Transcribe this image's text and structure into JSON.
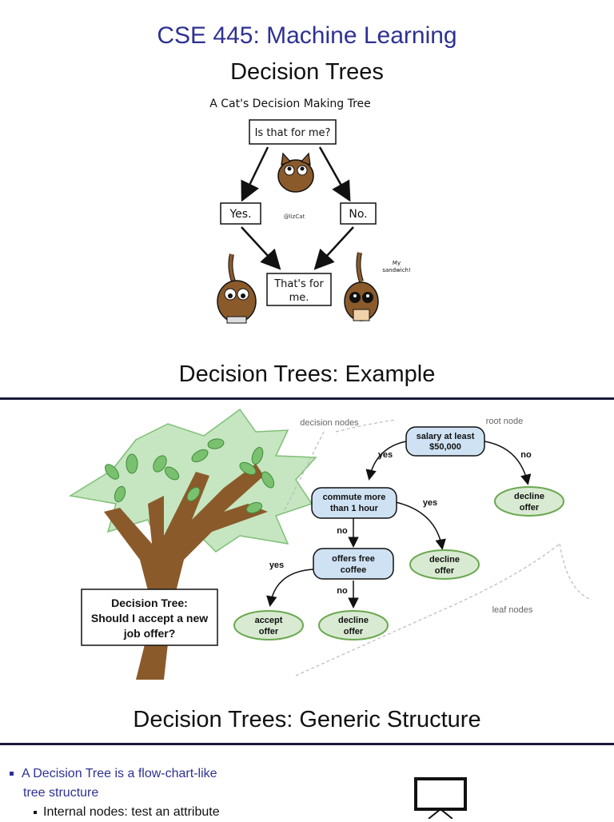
{
  "slide1": {
    "course_title": "CSE 445: Machine Learning",
    "title": "Decision Trees",
    "cat_tree": {
      "heading": "A Cat's Decision Making Tree",
      "root": "Is that for me?",
      "yes": "Yes.",
      "no": "No.",
      "leaf_line1": "That's for",
      "leaf_line2": "me.",
      "credit": "@lizCat",
      "thought_line1": "My",
      "thought_line2": "sandwich!"
    }
  },
  "slide2": {
    "title": "Decision Trees: Example",
    "caption_line1": "Decision Tree:",
    "caption_line2": "Should I accept a new",
    "caption_line3": "job offer?",
    "labels": {
      "decision_nodes": "decision nodes",
      "root_node": "root node",
      "leaf_nodes": "leaf nodes"
    },
    "nodes": {
      "salary_line1": "salary at least",
      "salary_line2": "$50,000",
      "commute_line1": "commute more",
      "commute_line2": "than 1 hour",
      "coffee_line1": "offers free",
      "coffee_line2": "coffee",
      "decline": "decline",
      "offer": "offer",
      "accept": "accept"
    },
    "edges": {
      "yes": "yes",
      "no": "no"
    }
  },
  "slide3": {
    "title": "Decision Trees: Generic Structure",
    "bullet_line1": "A Decision Tree is a flow-chart-like",
    "bullet_line2": "tree structure",
    "sub_bullet": "Internal nodes: test an attribute"
  },
  "colors": {
    "accent": "#2e3192",
    "node_fill": "#cfe2f3",
    "leaf_fill": "#d9ead3",
    "leaf_stroke": "#6aa84f",
    "leaf_green": "#b7e1b0",
    "trunk": "#8b5a2b"
  }
}
